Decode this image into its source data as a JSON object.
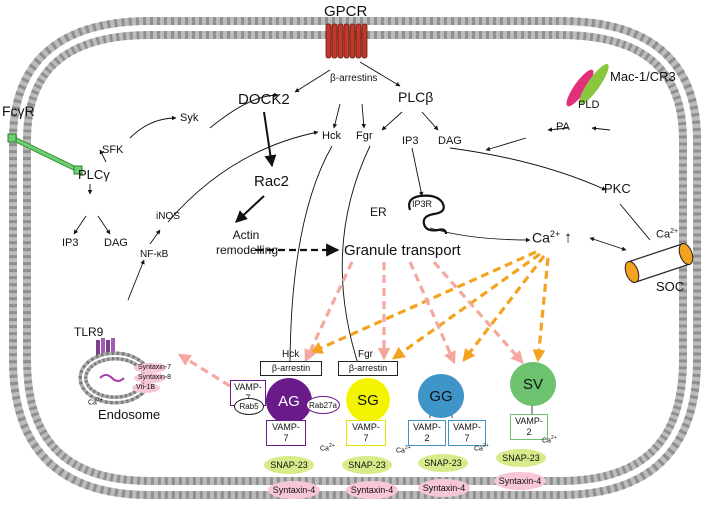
{
  "receptors": {
    "gpcr": "GPCR",
    "fcgr": "FcγR",
    "mac1": "Mac-1/CR3",
    "tlr9": "TLR9",
    "soc": "SOC"
  },
  "signalling": {
    "beta_arrestins": "β-arrestins",
    "dock2": "DOCK2",
    "syk": "Syk",
    "sfk": "SFK",
    "plcg": "PLCγ",
    "ip3_left": "IP3",
    "dag_left": "DAG",
    "inos": "iNOS",
    "nfkb": "NF-κB",
    "rac2": "Rac2",
    "actin_remodelling": "Actin remodelling",
    "hck": "Hck",
    "fgr": "Fgr",
    "plcb": "PLCβ",
    "ip3_right": "IP3",
    "dag_right": "DAG",
    "pld": "PLD",
    "pa": "PA",
    "pkc": "PKC",
    "er": "ER",
    "ip3r": "IP3R",
    "ca_cyto": "Ca",
    "ca_cyto_sup": "2+",
    "ca_ext": "Ca",
    "ca_ext_sup": "2+",
    "granule_transport": "Granule transport"
  },
  "endosome": {
    "label": "Endosome",
    "syntaxin7": "Syntaxin-7",
    "syntaxin8": "Syntaxin-8",
    "vti1b": "Vti-1B",
    "ca": "Ca",
    "ca_sup": "2+"
  },
  "granules": [
    {
      "name": "AG",
      "kinase": "Hck",
      "arrestin": "β-arrestin",
      "vamp_top": "VAMP-7",
      "vamp_bottom": "VAMP-7",
      "rab5": "Rab5",
      "rab27a": "Rab27a",
      "color": "#6a1b8a",
      "text_color": "#ffffff"
    },
    {
      "name": "SG",
      "kinase": "Fgr",
      "arrestin": "β-arrestin",
      "vamp_bottom": "VAMP-7",
      "color": "#f4f400",
      "text_color": "#111111"
    },
    {
      "name": "GG",
      "vamp_a": "VAMP-2",
      "vamp_b": "VAMP-7",
      "color": "#3f95c8",
      "text_color": "#111111"
    },
    {
      "name": "SV",
      "vamp_bottom": "VAMP-2",
      "color": "#6cc26f",
      "text_color": "#111111"
    }
  ],
  "membrane_complexes": [
    {
      "snap": "SNAP-23",
      "syntaxin": "Syntaxin-4",
      "ca": "Ca",
      "ca_sup": "2+"
    },
    {
      "snap": "SNAP-23",
      "syntaxin": "Syntaxin-4",
      "ca": "Ca",
      "ca_sup": "2+"
    },
    {
      "snap": "SNAP-23",
      "syntaxin": "Syntaxin-4",
      "ca": "Ca",
      "ca_sup": "2+"
    },
    {
      "snap": "SNAP-23",
      "syntaxin": "Syntaxin-4",
      "ca": "Ca",
      "ca_sup": "2+"
    }
  ],
  "colors": {
    "membrane": "#9a9a9a",
    "orange_arrow": "#f4a320",
    "pink_arrow": "#f4a8a0",
    "gpcr": "#c0392b",
    "fcgr": "#5bbf5b",
    "mac1_pink": "#e0307a",
    "mac1_green": "#8ac640",
    "snap": "#d8eb8a",
    "syntaxin": "#f7c6d8",
    "soc_orange": "#f3a21f"
  }
}
